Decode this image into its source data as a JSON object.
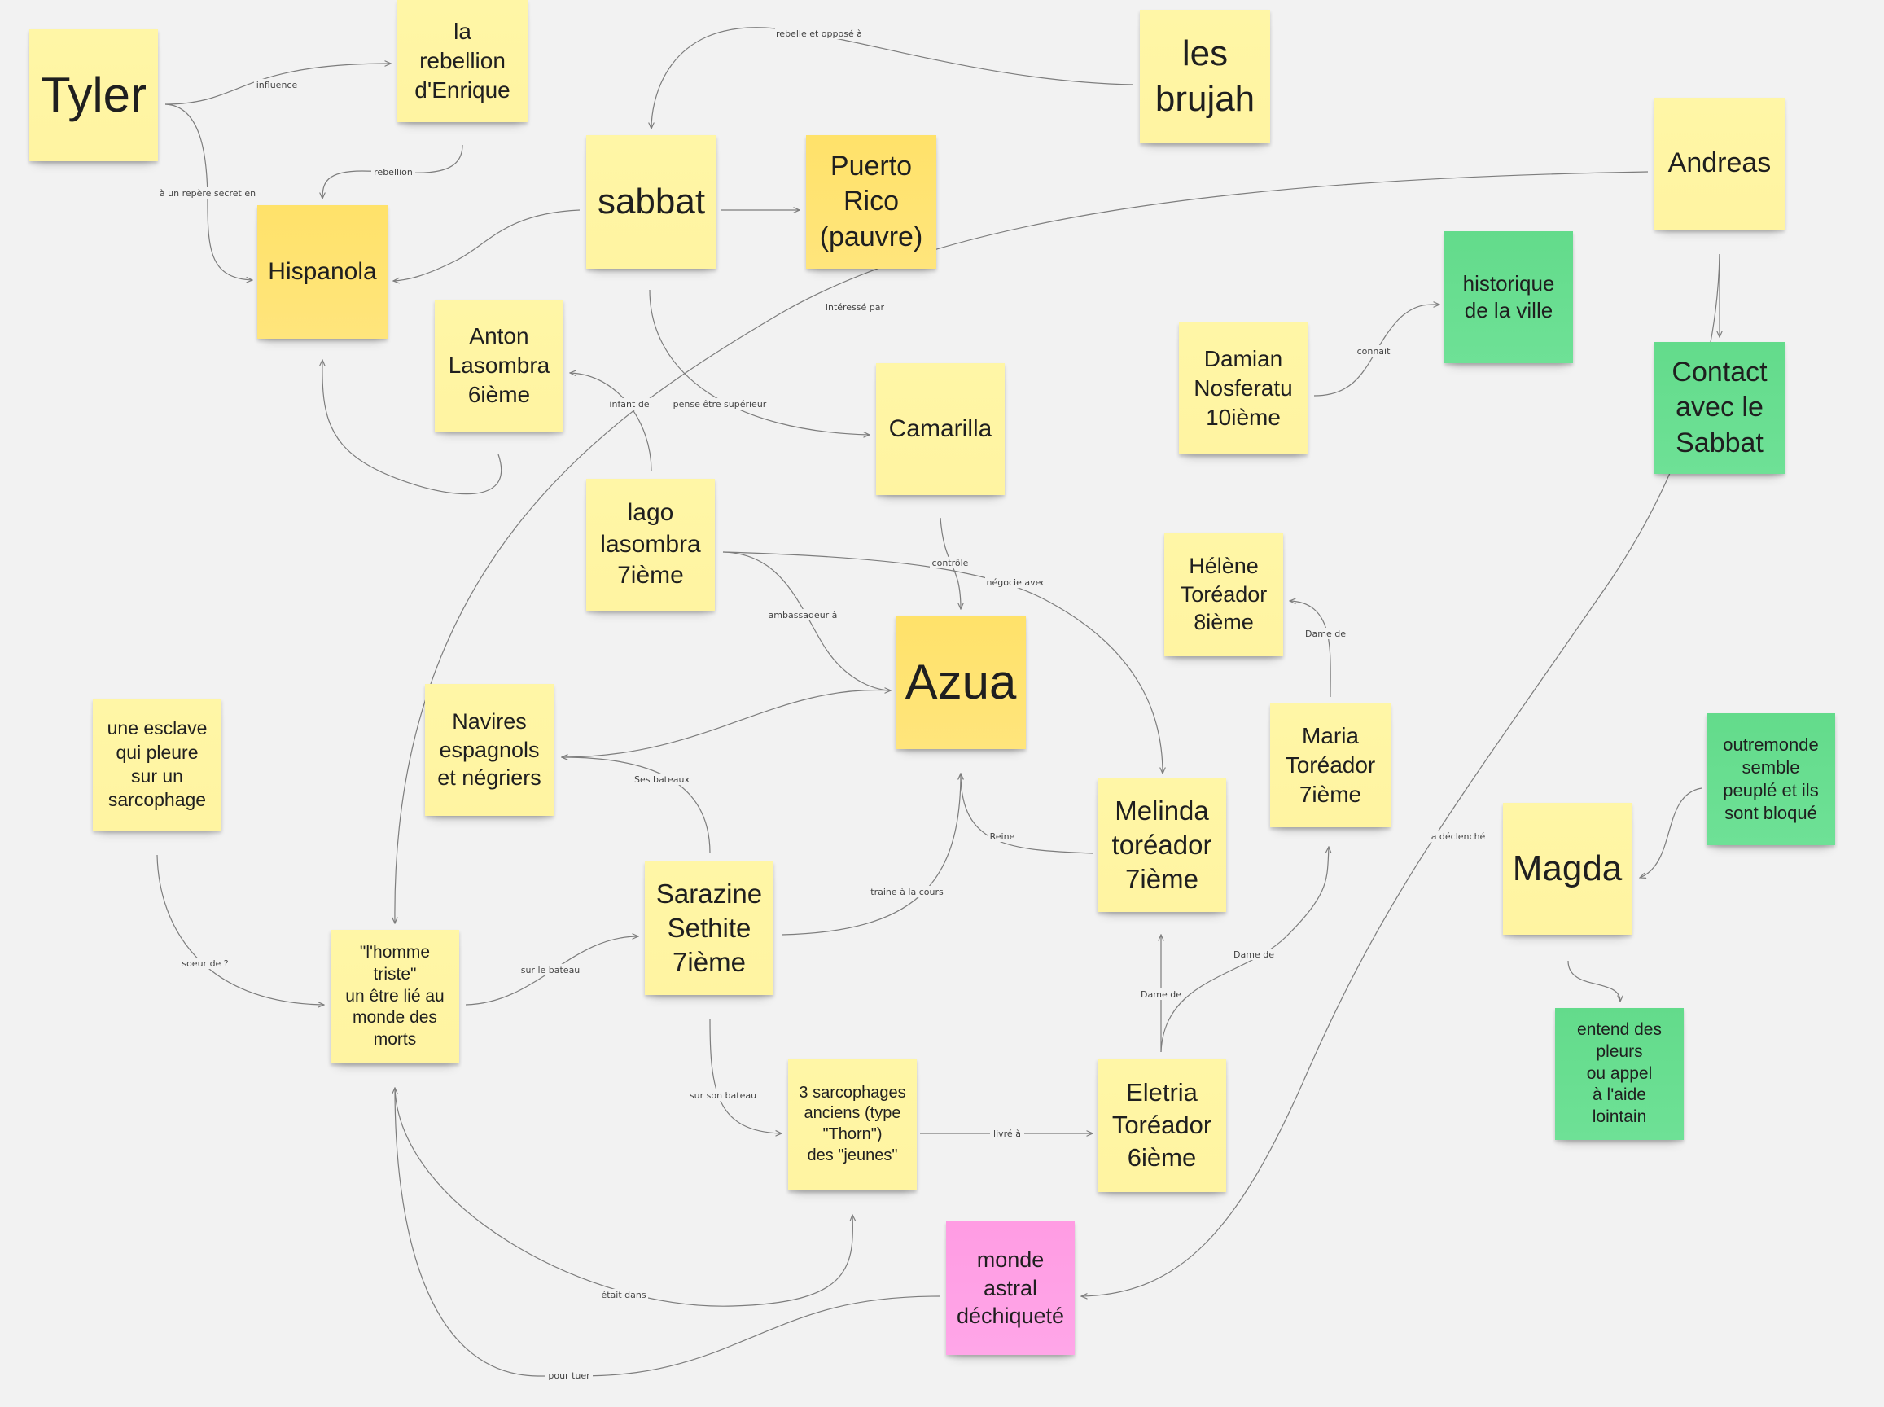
{
  "notes": {
    "tyler": "Tyler",
    "rebellion_enrique": "la\nrebellion\nd'Enrique",
    "les_brujah": "les\nbrujah",
    "sabbat": "sabbat",
    "puerto_rico": "Puerto\nRico\n(pauvre)",
    "andreas": "Andreas",
    "hispanola": "Hispanola",
    "anton": "Anton\nLasombra\n6ième",
    "historique": "historique\nde la ville",
    "contact_sabbat": "Contact\navec le\nSabbat",
    "damian": "Damian\nNosferatu\n10ième",
    "camarilla": "Camarilla",
    "iago": "lago\nlasombra\n7ième",
    "helene": "Hélène\nToréador\n8ième",
    "azua": "Azua",
    "esclave": "une esclave\nqui pleure\nsur un\nsarcophage",
    "navires": "Navires\nespagnols\net négriers",
    "maria": "Maria\nToréador\n7ième",
    "outremonde": "outremonde\nsemble\npeuplé et ils\nsont bloqué",
    "melinda": "Melinda\ntoréador\n7ième",
    "magda": "Magda",
    "sarazine": "Sarazine\nSethite\n7ième",
    "homme_triste": "\"l'homme\ntriste\"\nun être lié au\nmonde des\nmorts",
    "entend": "entend des\npleurs\nou appel\nà l'aide\nlointain",
    "sarcophages": "3 sarcophages\nanciens (type\n\"Thorn\")\ndes \"jeunes\"",
    "eletria": "Eletria\nToréador\n6ième",
    "monde_astral": "monde\nastral\ndéchiqueté"
  },
  "links": {
    "influence": "influence",
    "rebelle_oppose": "rebelle et opposé à",
    "repere_secret": "à un repère secret en",
    "rebellion": "rebellion",
    "interesse_par": "intéressé par",
    "connait": "connait",
    "infant_de": "infant de",
    "pense_superieur": "pense être supérieur",
    "controle": "contrôle",
    "negocie_avec": "négocie avec",
    "ambassadeur": "ambassadeur à",
    "dame_de_1": "Dame de",
    "ses_bateaux": "Ses bateaux",
    "a_declenche": "a déclenché",
    "reine": "Reine",
    "traine_cours": "traine à la cours",
    "soeur_de": "soeur de ?",
    "sur_le_bateau": "sur le bateau",
    "dame_de_2": "Dame de",
    "dame_de_3": "Dame de",
    "sur_son_bateau": "sur son bateau",
    "livre_a": "livré à",
    "etait_dans": "était dans",
    "pour_tuer": "pour tuer"
  },
  "colors": {
    "canvas": "#f2f2f2",
    "sticky_yellow": "#fff4a1",
    "sticky_gold": "#ffe26a",
    "sticky_green": "#68de90",
    "sticky_pink": "#ffa1e6",
    "connector": "#7d7d7d"
  }
}
